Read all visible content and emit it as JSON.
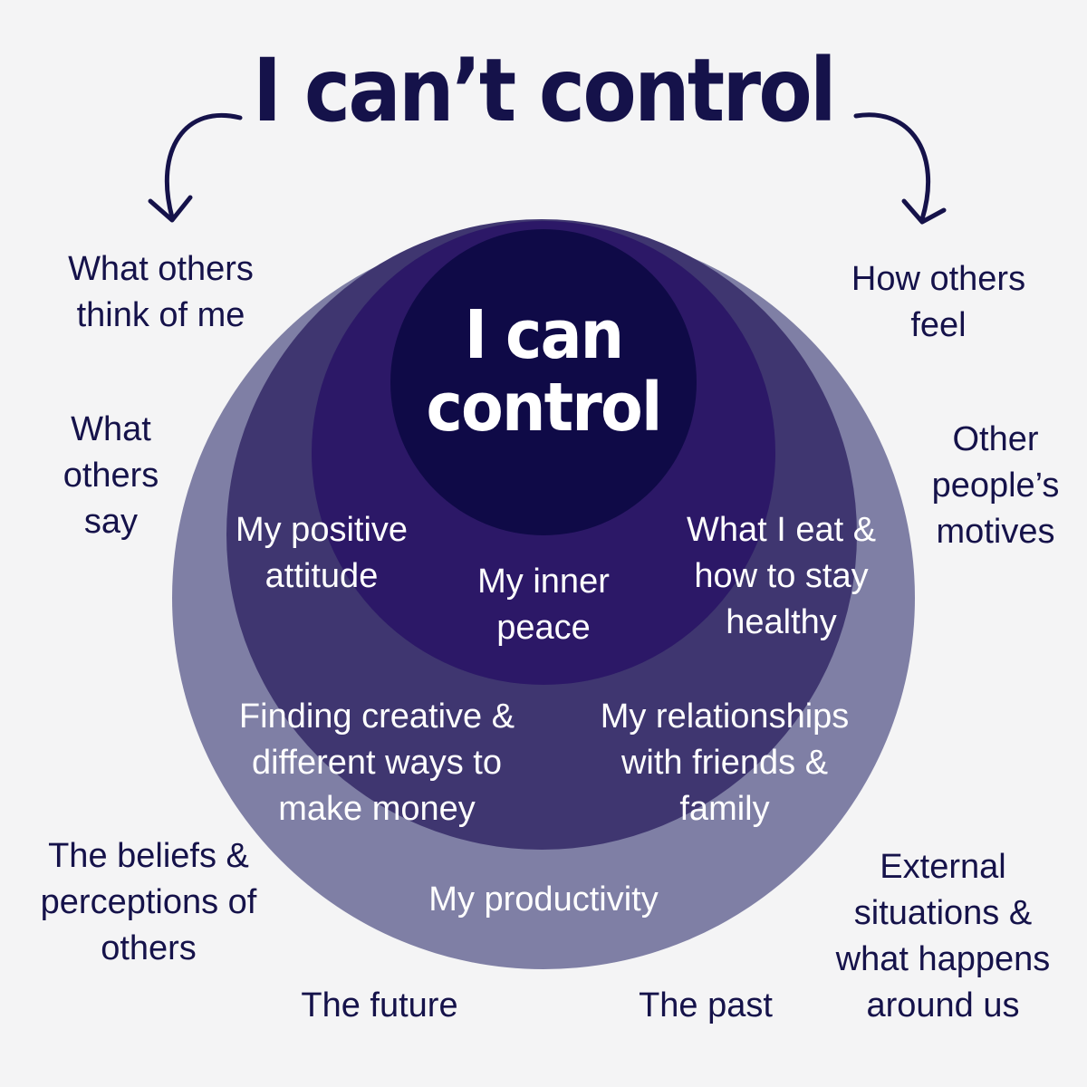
{
  "title": "I can’t control",
  "center_title": "I can\ncontrol",
  "can_control": {
    "positive_attitude": "My positive\nattitude",
    "inner_peace": "My inner\npeace",
    "eat_healthy": "What I eat &\nhow to stay\nhealthy",
    "creative_money": "Finding creative &\ndifferent ways to\nmake money",
    "relationships": "My relationships\nwith friends &\nfamily",
    "productivity": "My productivity"
  },
  "cant_control": {
    "others_think": "What others\nthink of me",
    "others_say": "What\nothers\nsay",
    "others_feel": "How others\nfeel",
    "others_motives": "Other\npeople’s\nmotives",
    "beliefs": "The beliefs &\nperceptions of\nothers",
    "future": "The future",
    "past": "The past",
    "external": "External\nsituations &\nwhat happens\naround us"
  },
  "colors": {
    "background": "#f4f4f5",
    "ring_outer": "#7f7fa5",
    "ring_2": "#3f3670",
    "ring_3": "#2c1867",
    "core": "#0f0a47",
    "text_dark": "#15124a",
    "text_light": "#ffffff"
  },
  "icons": [
    "curved-arrow-left-icon",
    "curved-arrow-right-icon"
  ]
}
